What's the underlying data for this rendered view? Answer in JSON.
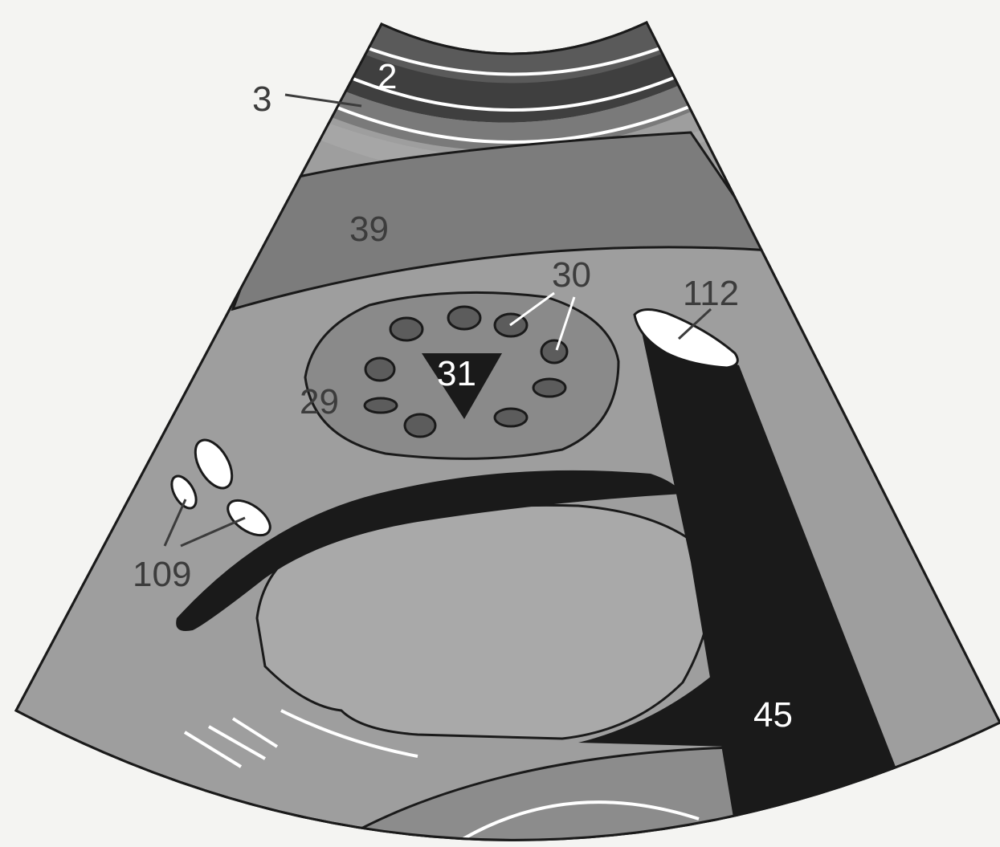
{
  "diagram": {
    "labels": {
      "l2": "2",
      "l3": "3",
      "l39": "39",
      "l30": "30",
      "l31": "31",
      "l29": "29",
      "l112": "112",
      "l109": "109",
      "l45": "45"
    },
    "colors": {
      "background": "#f4f4f2",
      "fan_fill": "#9e9e9e",
      "band_dark": "#3f3f3f",
      "band_mid": "#7a7a7a",
      "muscle": "#7c7c7c",
      "lobe": "#8a8a8a",
      "lumen": "#5c5c5c",
      "black": "#1a1a1a",
      "white": "#ffffff",
      "cavity": "#a9a9a9"
    }
  }
}
